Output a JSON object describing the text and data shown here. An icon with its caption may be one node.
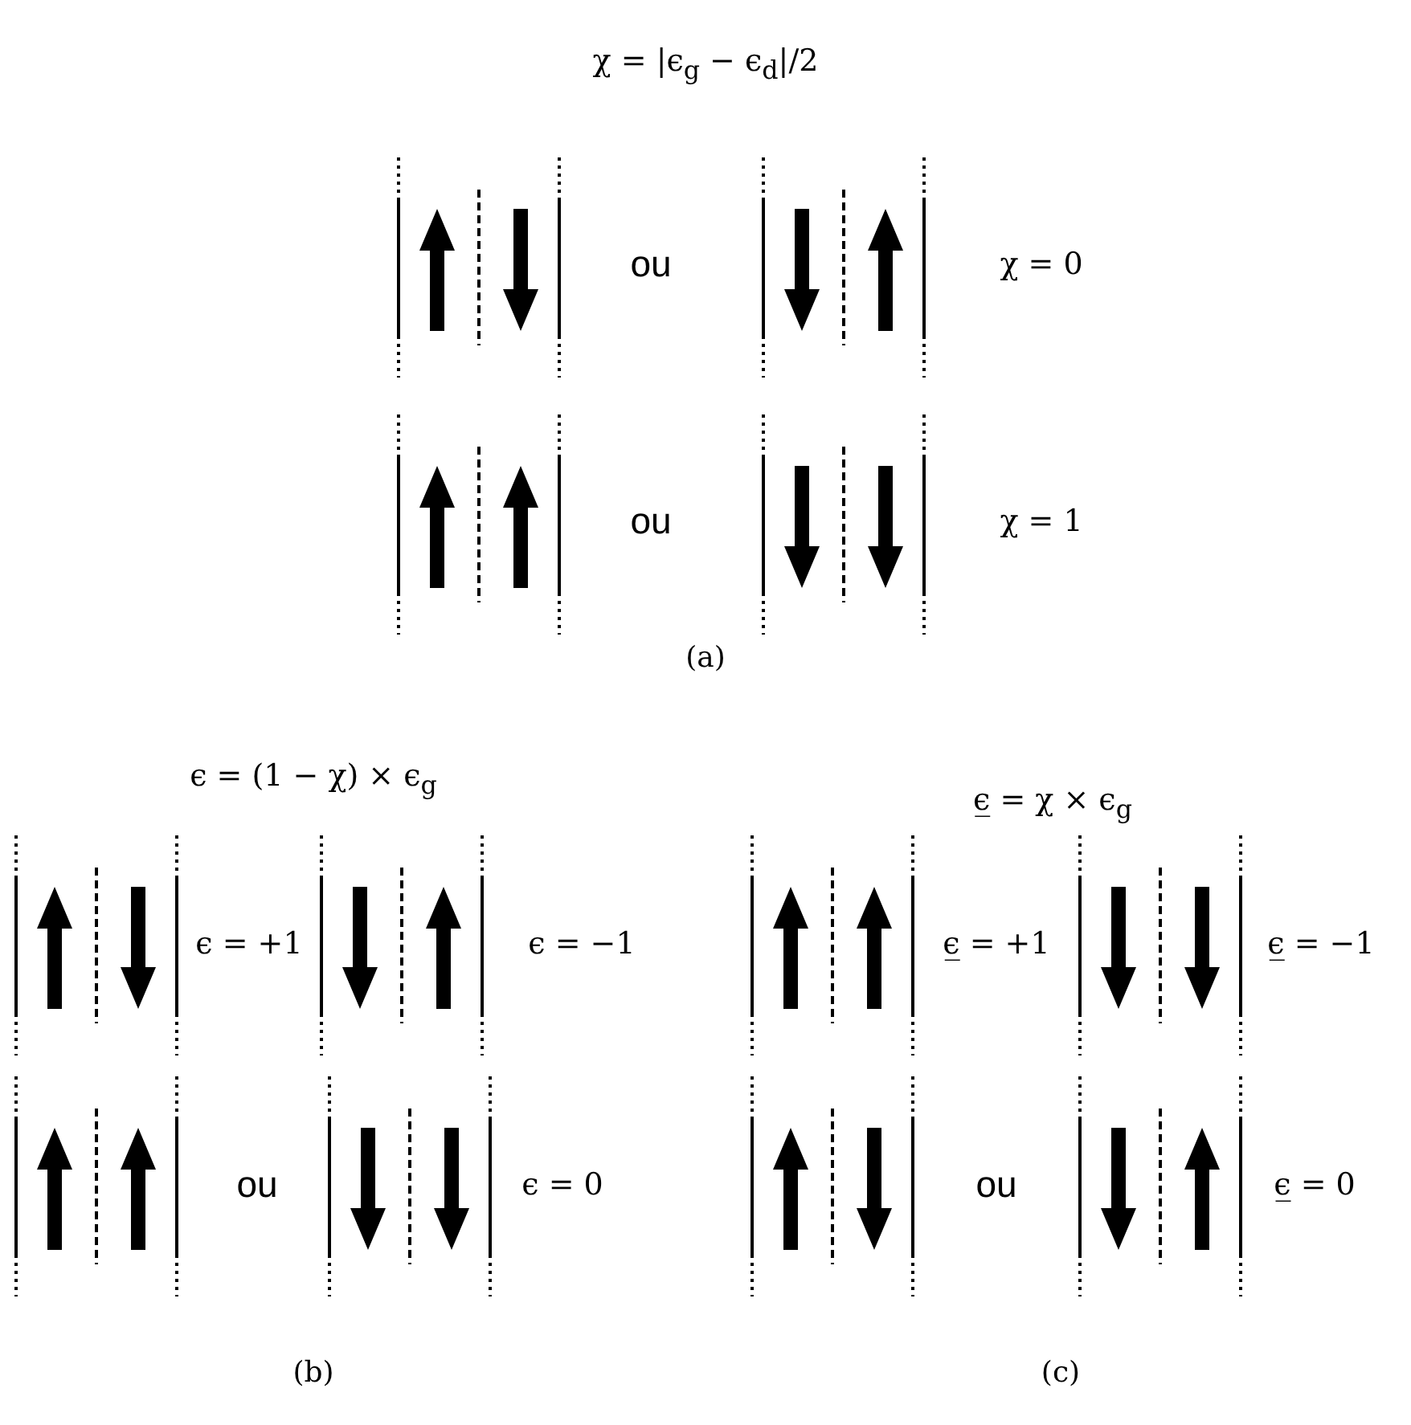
{
  "diagram": {
    "labels": [
      "χ = |ϵ$_{g}$ − ϵ$_{d}$|/2",
      "ou",
      "χ = 0",
      "ou",
      "χ = 1",
      "(a)",
      "ϵ = (1 − χ) × ϵ$_{g}$",
      "ϵ̲ = χ × ϵ$_{g}$",
      "ϵ = +1",
      "ϵ = −1",
      "ϵ̲ = +1",
      "ϵ̲ = −1",
      "ou",
      "ϵ = 0",
      "ou",
      "ϵ̲ = 0",
      "(b)",
      "(c)"
    ]
  }
}
